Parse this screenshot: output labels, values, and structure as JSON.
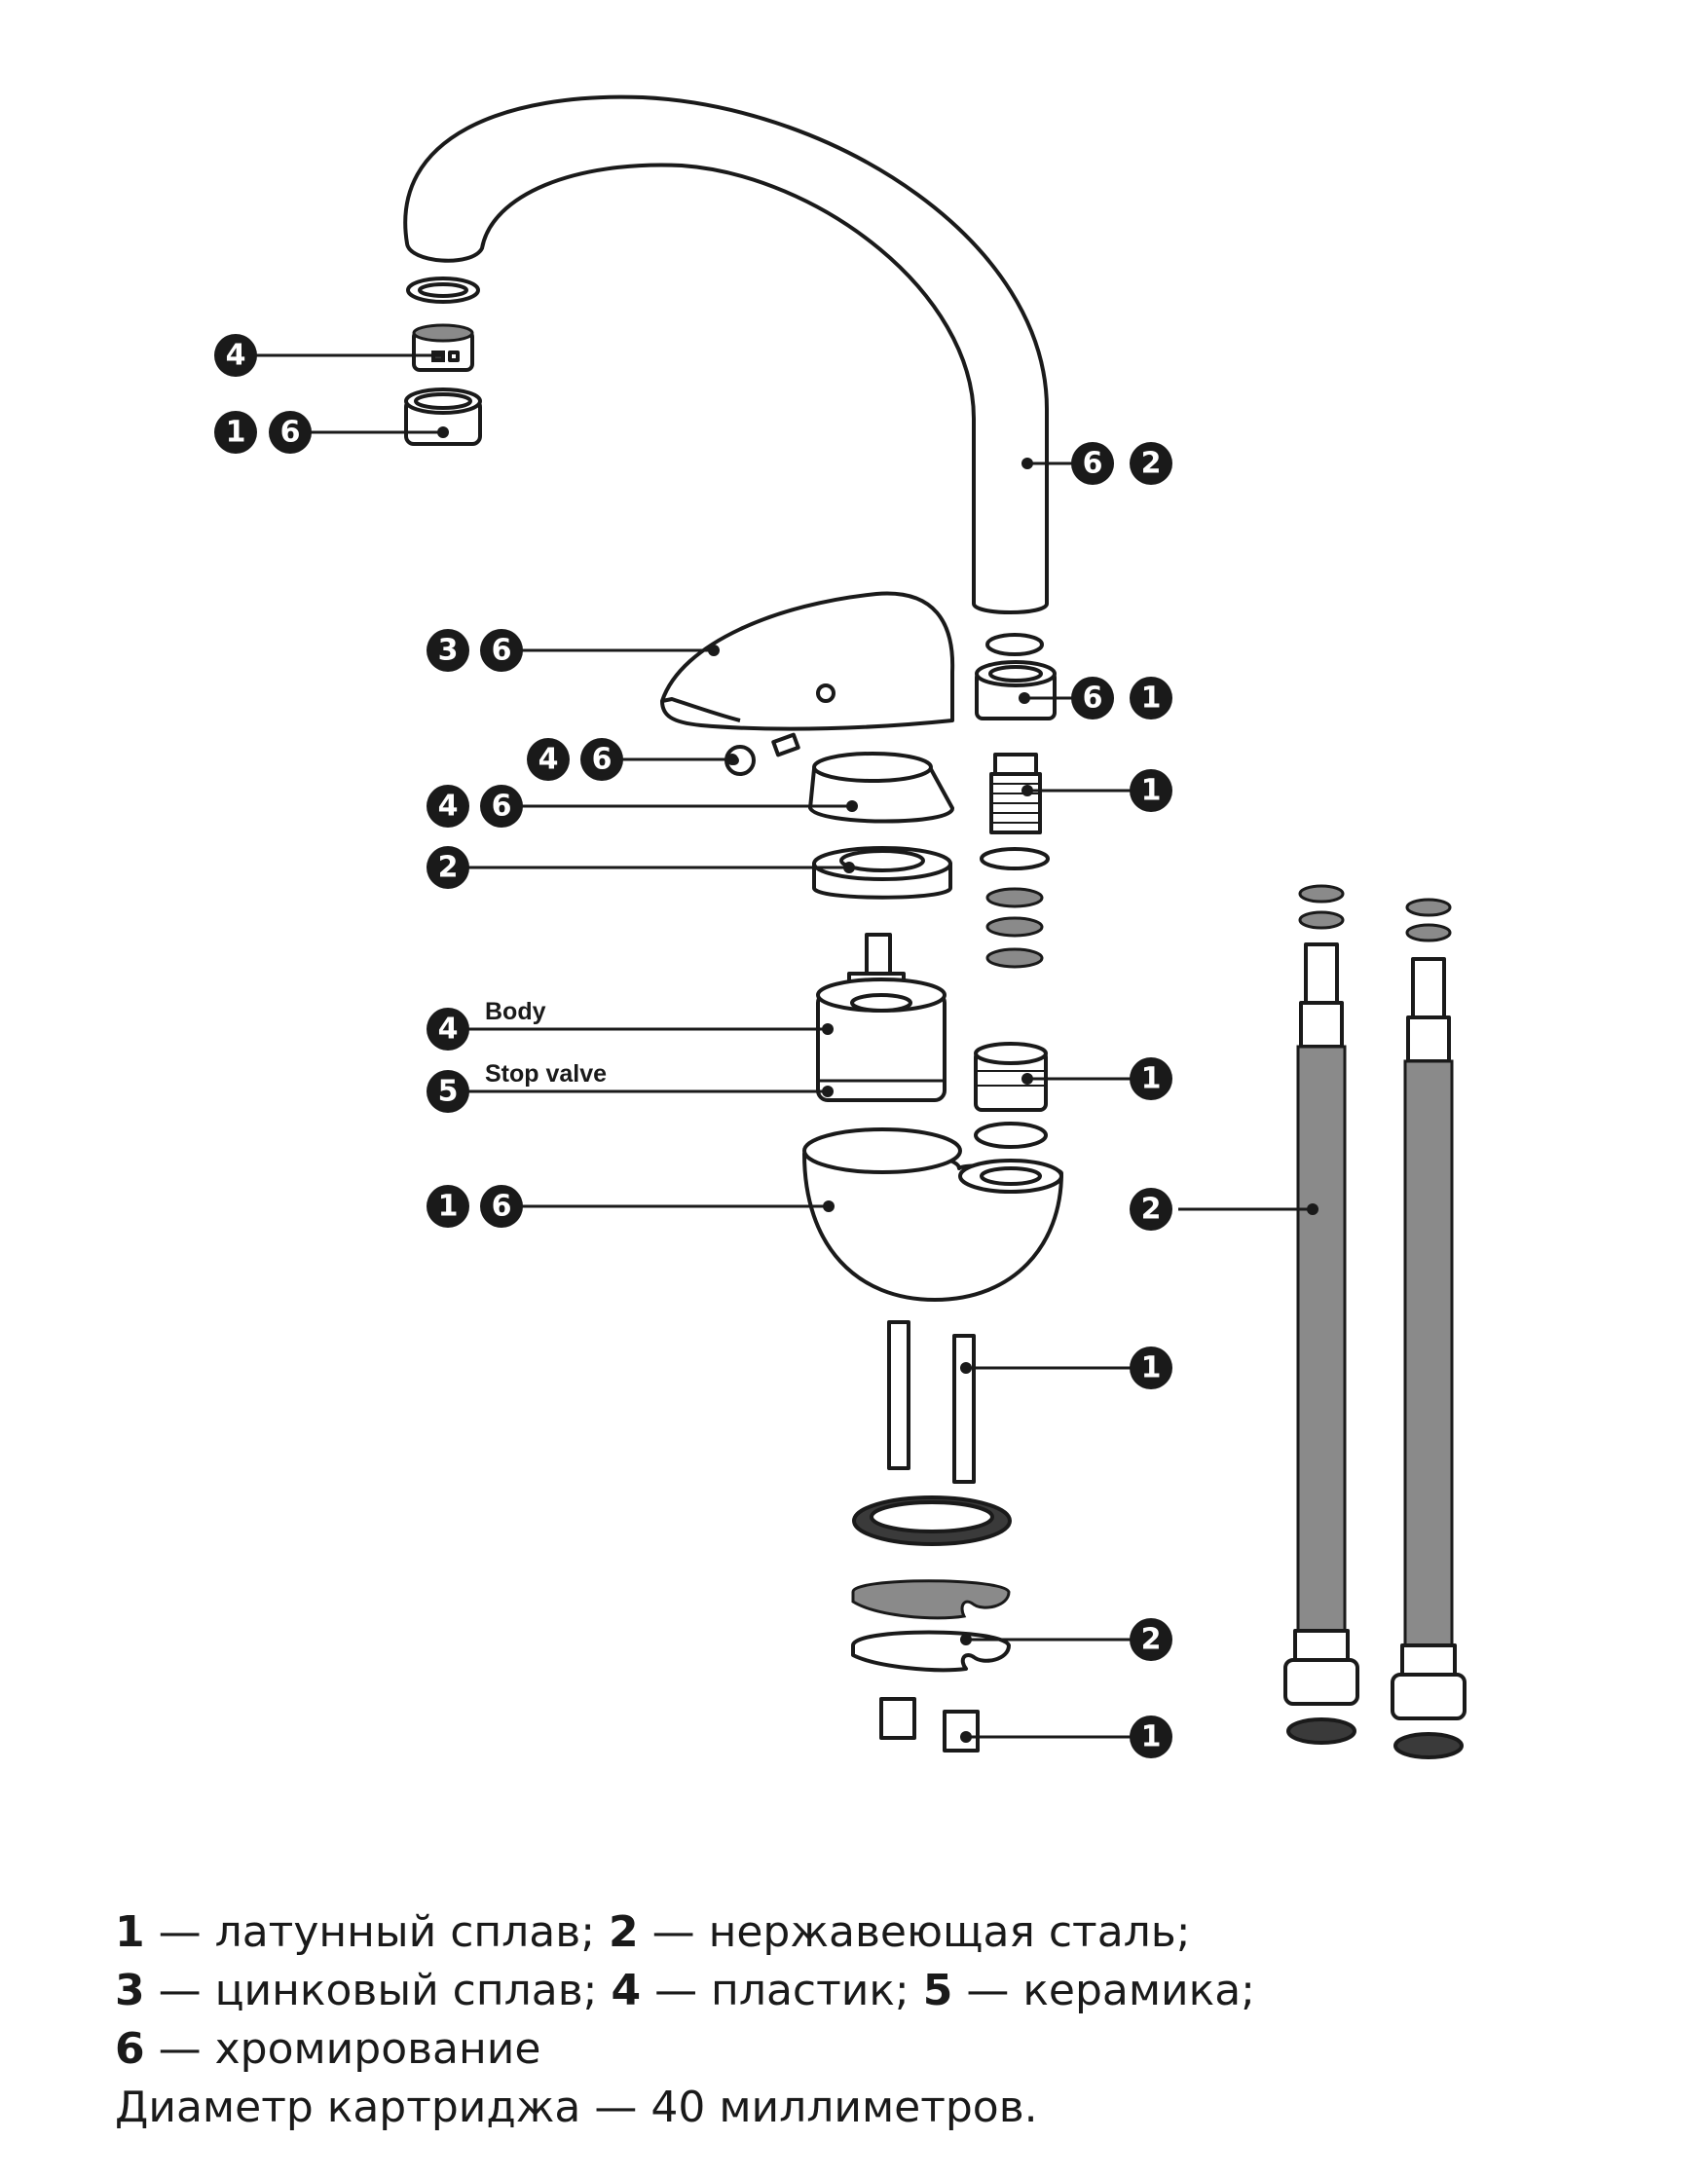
{
  "labels": {
    "body": "Body",
    "stop_valve": "Stop valve"
  },
  "badges": {
    "aerator_insert": [
      "4"
    ],
    "aerator_housing": [
      "1",
      "6"
    ],
    "spout": [
      "6",
      "2"
    ],
    "handle": [
      "3",
      "6"
    ],
    "spout_nut": [
      "6",
      "1"
    ],
    "screw": [
      "4",
      "6"
    ],
    "spout_adapter": [
      "1"
    ],
    "cap": [
      "4",
      "6"
    ],
    "clamp_nut": [
      "2"
    ],
    "cartridge_body": [
      "4"
    ],
    "cartridge_stop_valve": [
      "5"
    ],
    "spout_fitting": [
      "1"
    ],
    "faucet_body": [
      "1",
      "6"
    ],
    "hoses": [
      "2"
    ],
    "studs": [
      "1"
    ],
    "plate": [
      "2"
    ],
    "nuts": [
      "1"
    ]
  },
  "legend": {
    "line1": [
      {
        "num": "1",
        "text": " — латунный сплав; "
      },
      {
        "num": "2",
        "text": " — нержавеющая сталь;"
      }
    ],
    "line2": [
      {
        "num": "3",
        "text": " — цинковый сплав; "
      },
      {
        "num": "4",
        "text": " — пластик; "
      },
      {
        "num": "5",
        "text": " — керамика;"
      }
    ],
    "line3": [
      {
        "num": "6",
        "text": " — хромирование"
      }
    ],
    "line4": "Диаметр картриджа — 40 миллиметров."
  },
  "colors": {
    "ink": "#1a1a1a",
    "paper": "#ffffff"
  }
}
